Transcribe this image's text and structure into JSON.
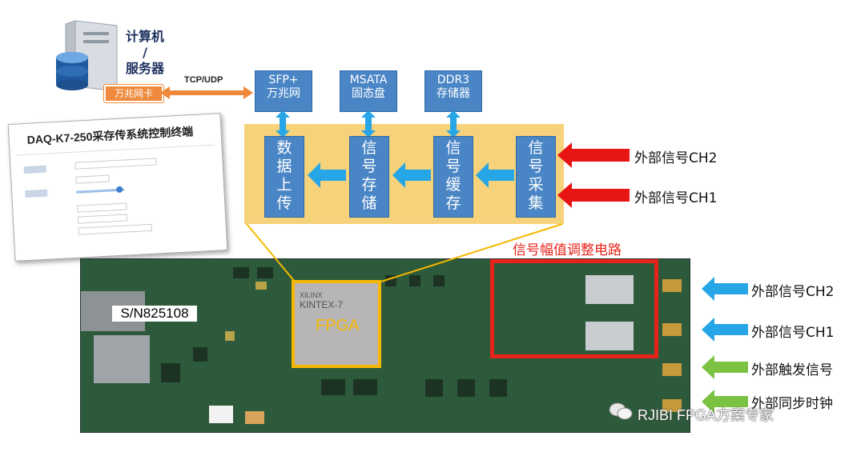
{
  "server": {
    "label_line1": "计算机",
    "label_line2": "/",
    "label_line3": "服务器",
    "nic_label": "万兆网卡"
  },
  "link": {
    "protocol": "TCP/UDP"
  },
  "top_modules": [
    {
      "line1": "SFP+",
      "line2": "万兆网"
    },
    {
      "line1": "MSATA",
      "line2": "固态盘"
    },
    {
      "line1": "DDR3",
      "line2": "存储器"
    }
  ],
  "pipeline": [
    {
      "text": "数据上传"
    },
    {
      "text": "信号存储"
    },
    {
      "text": "信号缓存"
    },
    {
      "text": "信号采集"
    }
  ],
  "inputs_top": [
    "外部信号CH2",
    "外部信号CH1"
  ],
  "control_terminal": {
    "title": "DAQ-K7-250采存传系统控制终端"
  },
  "board": {
    "circuit_label": "信号幅值调整电路",
    "fpga_label": "FPGA",
    "chip_line1": "XILINX",
    "chip_line2": "KINTEX-7",
    "serial": "S/N825108",
    "inputs": [
      "外部信号CH2",
      "外部信号CH1",
      "外部触发信号",
      "外部同步时钟"
    ]
  },
  "watermark": "RJIBI FPGA方案专家",
  "colors": {
    "module_blue": "#4a86c6",
    "pipeline_bg": "#f6d27a",
    "red_arrow": "#e81515",
    "blue_arrow": "#26a6e6",
    "green_arrow": "#7cc242",
    "orange_arrow": "#f0883a",
    "circuit_red": "#e8231b",
    "fpga_yellow": "#f5b700"
  }
}
